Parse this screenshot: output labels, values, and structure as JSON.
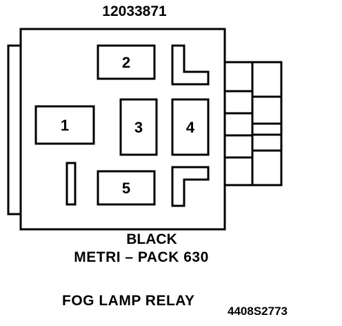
{
  "part_number": "12033871",
  "connector": {
    "color": "BLACK",
    "terminal_type": "METRI – PACK 630"
  },
  "pins": [
    {
      "id": "pin-1",
      "label": "1"
    },
    {
      "id": "pin-2",
      "label": "2"
    },
    {
      "id": "pin-3",
      "label": "3"
    },
    {
      "id": "pin-4",
      "label": "4"
    },
    {
      "id": "pin-5",
      "label": "5"
    }
  ],
  "caption": "FOG LAMP RELAY",
  "reference_number": "4408S2773",
  "colors": {
    "ink": "#000000",
    "paper": "#ffffff"
  }
}
